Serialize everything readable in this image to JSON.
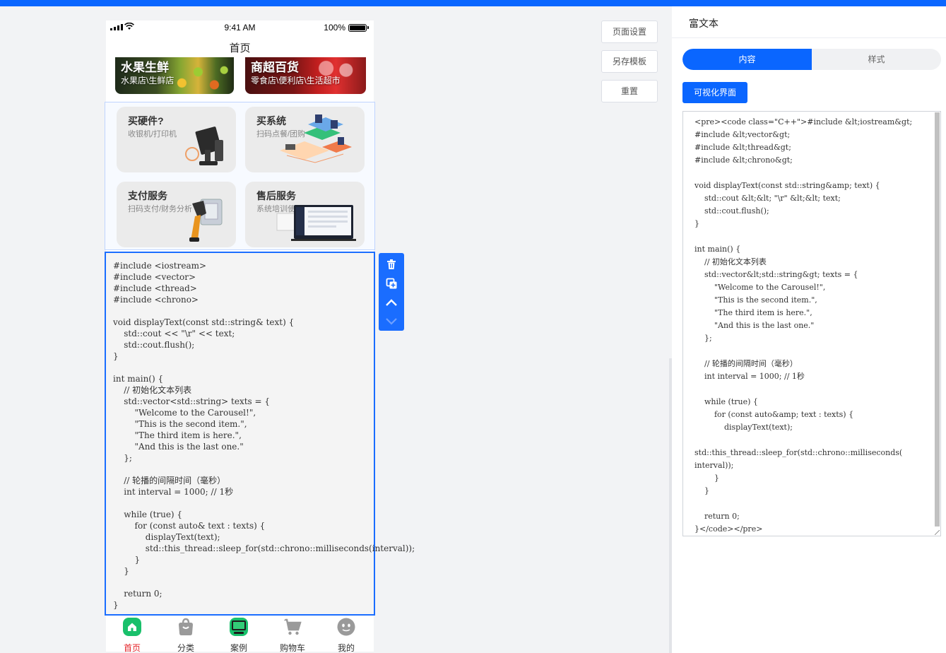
{
  "status_bar": {
    "time": "9:41 AM",
    "battery": "100%"
  },
  "page": {
    "title": "首页"
  },
  "banners": [
    {
      "title": "水果生鲜",
      "subtitle": "水果店\\生鲜店"
    },
    {
      "title": "商超百货",
      "subtitle": "零食店\\便利店\\生活超市"
    }
  ],
  "cards": [
    {
      "title": "买硬件?",
      "subtitle": "收银机/打印机"
    },
    {
      "title": "买系统",
      "subtitle": "扫码点餐/团购"
    },
    {
      "title": "支付服务",
      "subtitle": "扫码支付/财务分析"
    },
    {
      "title": "售后服务",
      "subtitle": "系统培训使用"
    }
  ],
  "rich_code": "#include <iostream>\n#include <vector>\n#include <thread>\n#include <chrono>\n\nvoid displayText(const std::string& text) {\n    std::cout << \"\\r\" << text;\n    std::cout.flush();\n}\n\nint main() {\n    // 初始化文本列表\n    std::vector<std::string> texts = {\n        \"Welcome to the Carousel!\",\n        \"This is the second item.\",\n        \"The third item is here.\",\n        \"And this is the last one.\"\n    };\n\n    // 轮播的间隔时间（毫秒）\n    int interval = 1000; // 1秒\n\n    while (true) {\n        for (const auto& text : texts) {\n            displayText(text);\n            std::this_thread::sleep_for(std::chrono::milliseconds(interval));\n        }\n    }\n\n    return 0;\n}",
  "tabbar": [
    {
      "label": "首页",
      "icon": "home-icon",
      "active": true
    },
    {
      "label": "分类",
      "icon": "bag-icon",
      "active": false
    },
    {
      "label": "案例",
      "icon": "monitor-icon",
      "active": false
    },
    {
      "label": "购物车",
      "icon": "cart-icon",
      "active": false
    },
    {
      "label": "我的",
      "icon": "user-face-icon",
      "active": false
    }
  ],
  "middle_buttons": {
    "page_settings": "页面设置",
    "save_template": "另存模板",
    "reset": "重置"
  },
  "panel": {
    "header": "富文本",
    "tab_content": "内容",
    "tab_style": "样式",
    "visual_button": "可视化界面",
    "source": "<pre><code class=\"C++\">#include &lt;iostream&gt;\n#include &lt;vector&gt;\n#include &lt;thread&gt;\n#include &lt;chrono&gt;\n\nvoid displayText(const std::string&amp; text) {\n    std::cout &lt;&lt; \"\\r\" &lt;&lt; text;\n    std::cout.flush();\n}\n\nint main() {\n    // 初始化文本列表\n    std::vector&lt;std::string&gt; texts = {\n        \"Welcome to the Carousel!\",\n        \"This is the second item.\",\n        \"The third item is here.\",\n        \"And this is the last one.\"\n    };\n\n    // 轮播的间隔时间（毫秒）\n    int interval = 1000; // 1秒\n\n    while (true) {\n        for (const auto&amp; text : texts) {\n            displayText(text);\n\nstd::this_thread::sleep_for(std::chrono::milliseconds(\ninterval));\n        }\n    }\n\n    return 0;\n}</code></pre>"
  },
  "colors": {
    "accent": "#0a66ff",
    "selection": "#1a6dff",
    "tab_active": "#e5262b",
    "home_icon": "#19c06b"
  }
}
